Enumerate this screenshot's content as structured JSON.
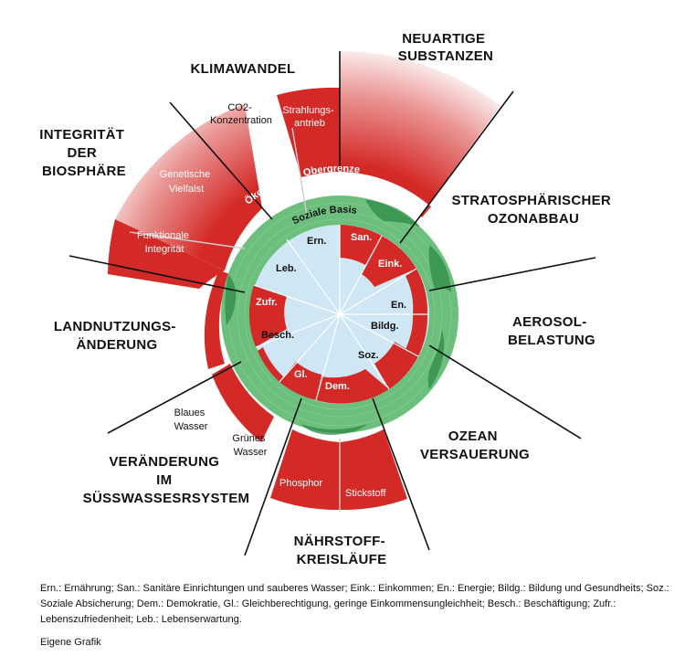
{
  "boundaries": [
    {
      "lines": [
        "NEUARTIGE",
        "SUBSTANZEN"
      ]
    },
    {
      "lines": [
        "STRATOSPHÄRISCHER",
        "OZONABBAU"
      ]
    },
    {
      "lines": [
        "AEROSOL-",
        "BELASTUNG"
      ]
    },
    {
      "lines": [
        "OZEAN",
        "VERSAUERUNG"
      ]
    },
    {
      "lines": [
        "NÄHRSTOFF-",
        "KREISLÄUFE"
      ]
    },
    {
      "lines": [
        "VERÄNDERUNG",
        "IM",
        "SÜSSWASSESRSYSTEM"
      ]
    },
    {
      "lines": [
        "LANDNUTZUNGS-",
        "ÄNDERUNG"
      ]
    },
    {
      "lines": [
        "INTEGRITÄT",
        "DER",
        "BIOSPHÄRE"
      ]
    },
    {
      "lines": [
        "KLIMAWANDEL"
      ]
    }
  ],
  "sub_labels": {
    "co2": [
      "CO2-",
      "Konzentration"
    ],
    "strahlung": [
      "Strahlungs-",
      "antrieb"
    ],
    "genetisch": [
      "Genetische",
      "Vielfalst"
    ],
    "funktional": [
      "Funktionale",
      "Integrität"
    ],
    "blau": [
      "Blaues",
      "Wasser"
    ],
    "gruen": [
      "Grünes",
      "Wasser"
    ],
    "phosphor": "Phosphor",
    "stickstoff": "Stickstoff"
  },
  "ring_labels": {
    "outer": "Ökologische Obergrenze",
    "inner": "Soziale Basis"
  },
  "social": [
    {
      "label": "Ern."
    },
    {
      "label": "San."
    },
    {
      "label": "Eink."
    },
    {
      "label": "En."
    },
    {
      "label": "Bildg."
    },
    {
      "label": "Soz."
    },
    {
      "label": "Dem."
    },
    {
      "label": "Gl."
    },
    {
      "label": "Besch."
    },
    {
      "label": "Zufr."
    },
    {
      "label": "Leb."
    }
  ],
  "legend": "Ern.: Ernährung; San.: Sanitäre Einrichtungen und sauberes Wasser; Eink.: Einkommen; En.: Energie; Bildg.: Bildung und Gesundheits; Soz.: Soziale Absicherung; Dem.: Demokratie, Gl.: Gleichberechtigung, geringe Einkommensungleichheit; Besch.: Beschäftigung; Zufr.: Lebenszufriedenheit; Leb.: Lebenserwartung.",
  "source": "Eigene Grafik",
  "colors": {
    "overshoot": "#d42a27",
    "ring": "#6cbf7d",
    "ring_dark": "#2e8b47",
    "social_core": "#cfe6f5"
  }
}
